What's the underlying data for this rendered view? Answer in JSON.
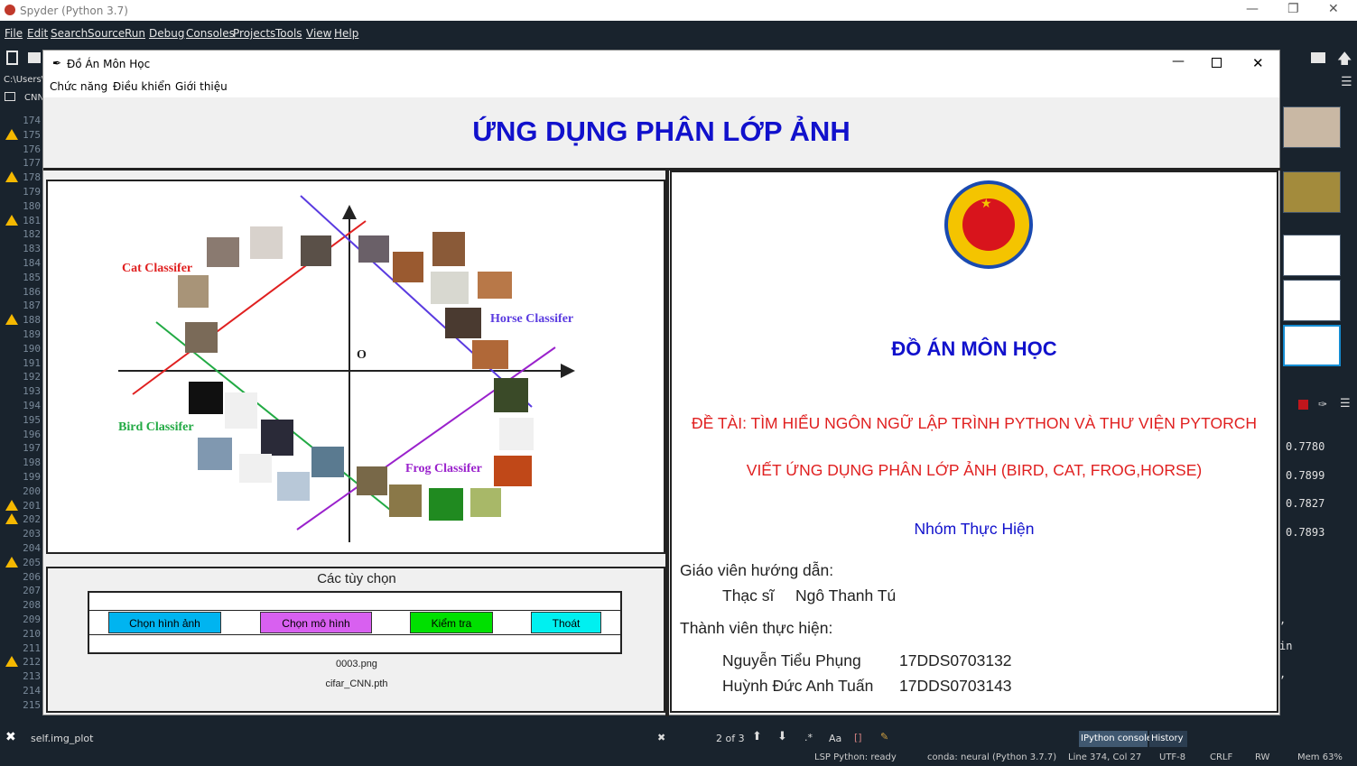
{
  "spyder": {
    "title": "Spyder (Python 3.7)",
    "menu": [
      "File",
      "Edit",
      "Search",
      "Source",
      "Run",
      "Debug",
      "Consoles",
      "Projects",
      "Tools",
      "View",
      "Help"
    ],
    "path_fragment": "C:\\Users\\",
    "tab_fragment": "CNN",
    "line_numbers": [
      "174",
      "175",
      "176",
      "177",
      "178",
      "179",
      "180",
      "181",
      "182",
      "183",
      "184",
      "185",
      "186",
      "187",
      "188",
      "189",
      "190",
      "191",
      "192",
      "193",
      "194",
      "195",
      "196",
      "197",
      "198",
      "199",
      "200",
      "201",
      "202",
      "203",
      "204",
      "205",
      "206",
      "207",
      "208",
      "209",
      "210",
      "211",
      "212",
      "213",
      "214",
      "215"
    ],
    "warning_lines": [
      "175",
      "178",
      "181",
      "188",
      "201",
      "202",
      "205",
      "212"
    ],
    "console_values": [
      "0.7780",
      "0.7899",
      "0.7827",
      "0.7893"
    ],
    "console_misc": [
      ",",
      "in",
      ","
    ],
    "find": {
      "text": "self.img_plot",
      "count": "2 of 3",
      "case_label": "Aa"
    },
    "console_tabs": [
      "IPython console",
      "History"
    ],
    "status": {
      "lsp": "LSP Python: ready",
      "conda": "conda: neural (Python 3.7.7)",
      "position": "Line 374, Col 27",
      "encoding": "UTF-8",
      "eol": "CRLF",
      "mode": "RW",
      "mem": "Mem 63%"
    }
  },
  "dialog": {
    "title": "Đồ Án Môn Học",
    "menu": [
      "Chức năng",
      "Điều khiển",
      "Giới thiệu"
    ],
    "banner": "ỨNG DỤNG PHÂN LỚP ẢNH",
    "diagram": {
      "origin": "O",
      "cat": "Cat Classifer",
      "horse": "Horse Classifer",
      "bird": "Bird Classifer",
      "frog": "Frog Classifer"
    },
    "options": {
      "title": "Các tùy chọn",
      "buttons": [
        "Chọn hình ảnh",
        "Chọn mô hình",
        "Kiểm tra",
        "Thoát"
      ],
      "image_file": "0003.png",
      "model_file": "cifar_CNN.pth"
    },
    "info": {
      "heading": "ĐỒ ÁN MÔN HỌC",
      "topic1": "ĐỀ TÀI: TÌM HIỂU NGÔN NGỮ LẬP TRÌNH PYTHON VÀ THƯ VIỆN PYTORCH",
      "topic2": "VIẾT ỨNG DỤNG PHÂN LỚP ẢNH (BIRD, CAT, FROG,HORSE)",
      "group": "Nhóm Thực Hiện",
      "advisor_label": "Giáo viên hướng dẫn:",
      "advisor_title": "Thạc sĩ",
      "advisor_name": "Ngô Thanh Tú",
      "members_label": "Thành viên thực hiện:",
      "members": [
        {
          "name": "Nguyễn Tiểu Phụng",
          "id": "17DDS0703132"
        },
        {
          "name": "Huỳnh Đức Anh Tuấn",
          "id": "17DDS0703143"
        }
      ]
    }
  },
  "colors": {
    "banner": "#1111cc",
    "cat": "#e02020",
    "horse": "#5a3be0",
    "bird": "#22aa44",
    "frog": "#9a22cc",
    "btn1": "#00b4f0",
    "btn2": "#d860f0",
    "btn3": "#00e000",
    "btn4": "#00f0f0",
    "topic": "#e02020"
  }
}
